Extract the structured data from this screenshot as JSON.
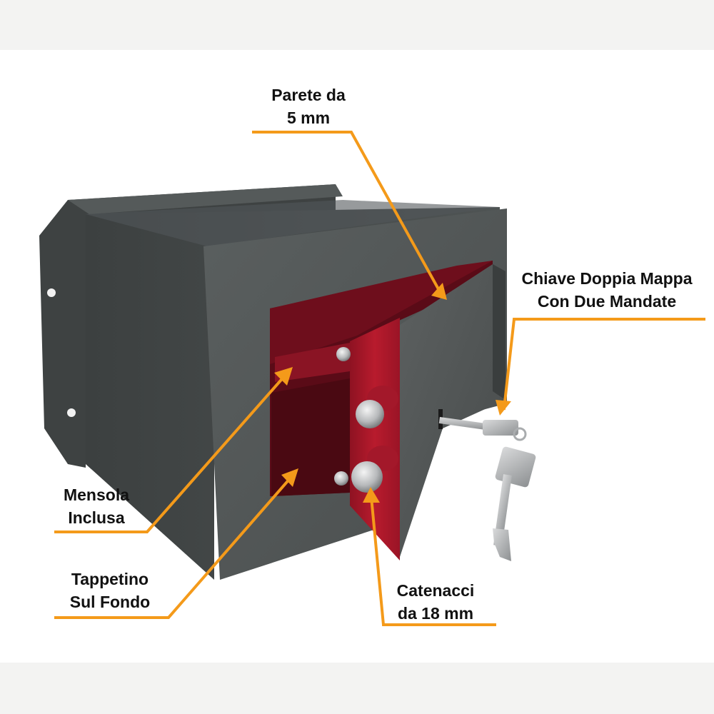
{
  "colors": {
    "accent": "#f49a1a",
    "safe_body": "#474b4b",
    "safe_interior": "#7a1020",
    "door_red": "#b0182a",
    "background": "#ffffff"
  },
  "product": {
    "name": "wall-safe-with-key"
  },
  "callouts": {
    "parete": {
      "line1": "Parete da",
      "line2": "5 mm"
    },
    "chiave": {
      "line1": "Chiave Doppia Mappa",
      "line2": "Con Due Mandate"
    },
    "mensola": {
      "line1": "Mensola",
      "line2": "Inclusa"
    },
    "tappetino": {
      "line1": "Tappetino",
      "line2": "Sul Fondo"
    },
    "catenacci": {
      "line1": "Catenacci",
      "line2": "da 18 mm"
    }
  }
}
